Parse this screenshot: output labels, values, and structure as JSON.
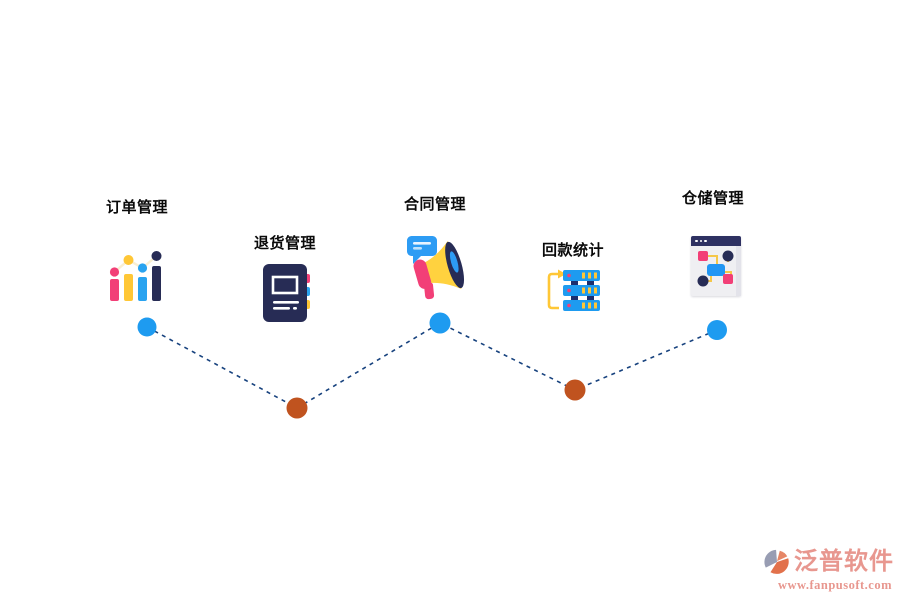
{
  "items": [
    {
      "label": "订单管理",
      "icon": "bar-chart-icon",
      "node_color": "#1E9BF0"
    },
    {
      "label": "退货管理",
      "icon": "notebook-icon",
      "node_color": "#C0531F"
    },
    {
      "label": "合同管理",
      "icon": "megaphone-icon",
      "node_color": "#1E9BF0"
    },
    {
      "label": "回款统计",
      "icon": "server-stack-icon",
      "node_color": "#C0531F"
    },
    {
      "label": "仓储管理",
      "icon": "flowchart-window-icon",
      "node_color": "#1E9BF0"
    }
  ],
  "timeline": {
    "line_color": "#17427E",
    "line_style": "dashed",
    "node_colors": {
      "blue": "#1E9BF0",
      "orange": "#C0531F"
    }
  },
  "colors": {
    "pink": "#F23F77",
    "yellow": "#FFC736",
    "blue": "#29A3F0",
    "navy": "#272C55",
    "background": "#FFFFFF",
    "watermark_text": "#E8978F",
    "watermark_logo_gray": "#989DB3",
    "watermark_logo_orange": "#E2714B"
  },
  "watermark": {
    "brand": "泛普软件",
    "url": "www.fanpusoft.com"
  }
}
